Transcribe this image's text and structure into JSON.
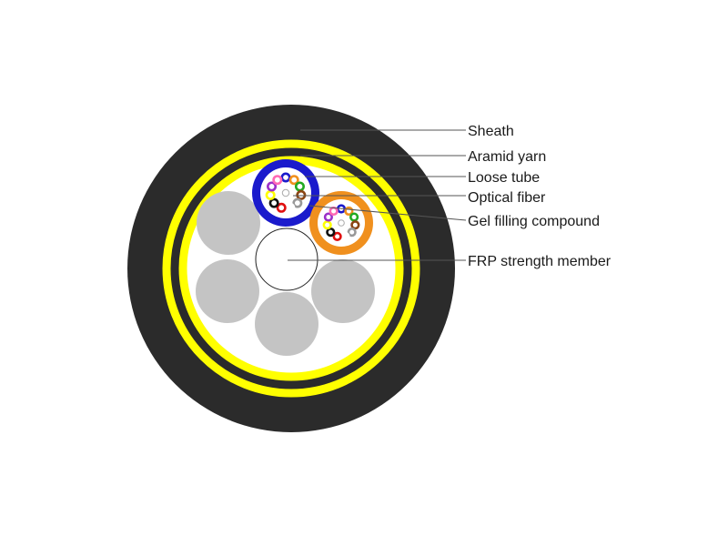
{
  "labels": {
    "sheath": "Sheath",
    "aramid_yarn": "Aramid yarn",
    "loose_tube": "Loose tube",
    "optical_fiber": "Optical fiber",
    "gel_filling_compound": "Gel filling compound",
    "frp_strength_member": "FRP strength member"
  },
  "colors": {
    "sheath": "#2b2b2b",
    "aramid_yarn": "#ffff00",
    "core_fill": "#ffffff",
    "filler_rod": "#c4c4c4",
    "tube_blue": "#1a1acc",
    "tube_orange": "#f0901e",
    "fiber_colors": [
      "#1a1acc",
      "#f0901e",
      "#22aa22",
      "#8b4513",
      "#999999",
      "#ffffff",
      "#e01010",
      "#111111",
      "#ffff00",
      "#9b30c8",
      "#ff69b4",
      "#00bcd4"
    ]
  }
}
